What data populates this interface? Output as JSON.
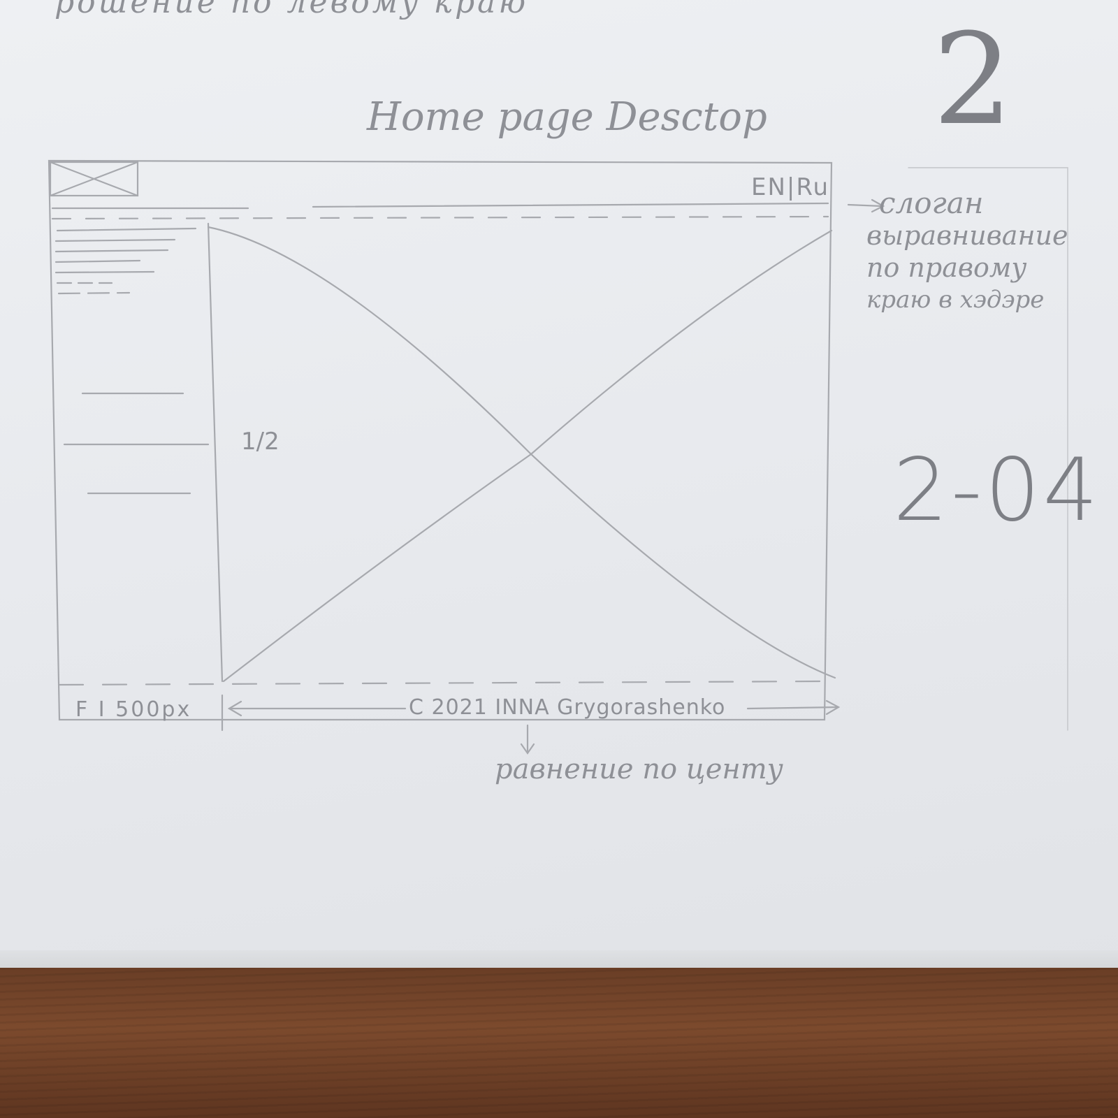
{
  "top_note": "рошение по левому краю",
  "page_number": "2",
  "title": "Home page Desctop",
  "header": {
    "lang_switch": "EN|Ru"
  },
  "side_note": [
    "слоган",
    "выравнивание",
    "по правому",
    "краю в хэдэре"
  ],
  "sidebar": {
    "ratio_label": "1/2"
  },
  "footer": {
    "social": "F I 500px",
    "copyright": "C 2021 INNA Grygorashenko",
    "note": "равнение по центу"
  },
  "number_label": "2-04"
}
